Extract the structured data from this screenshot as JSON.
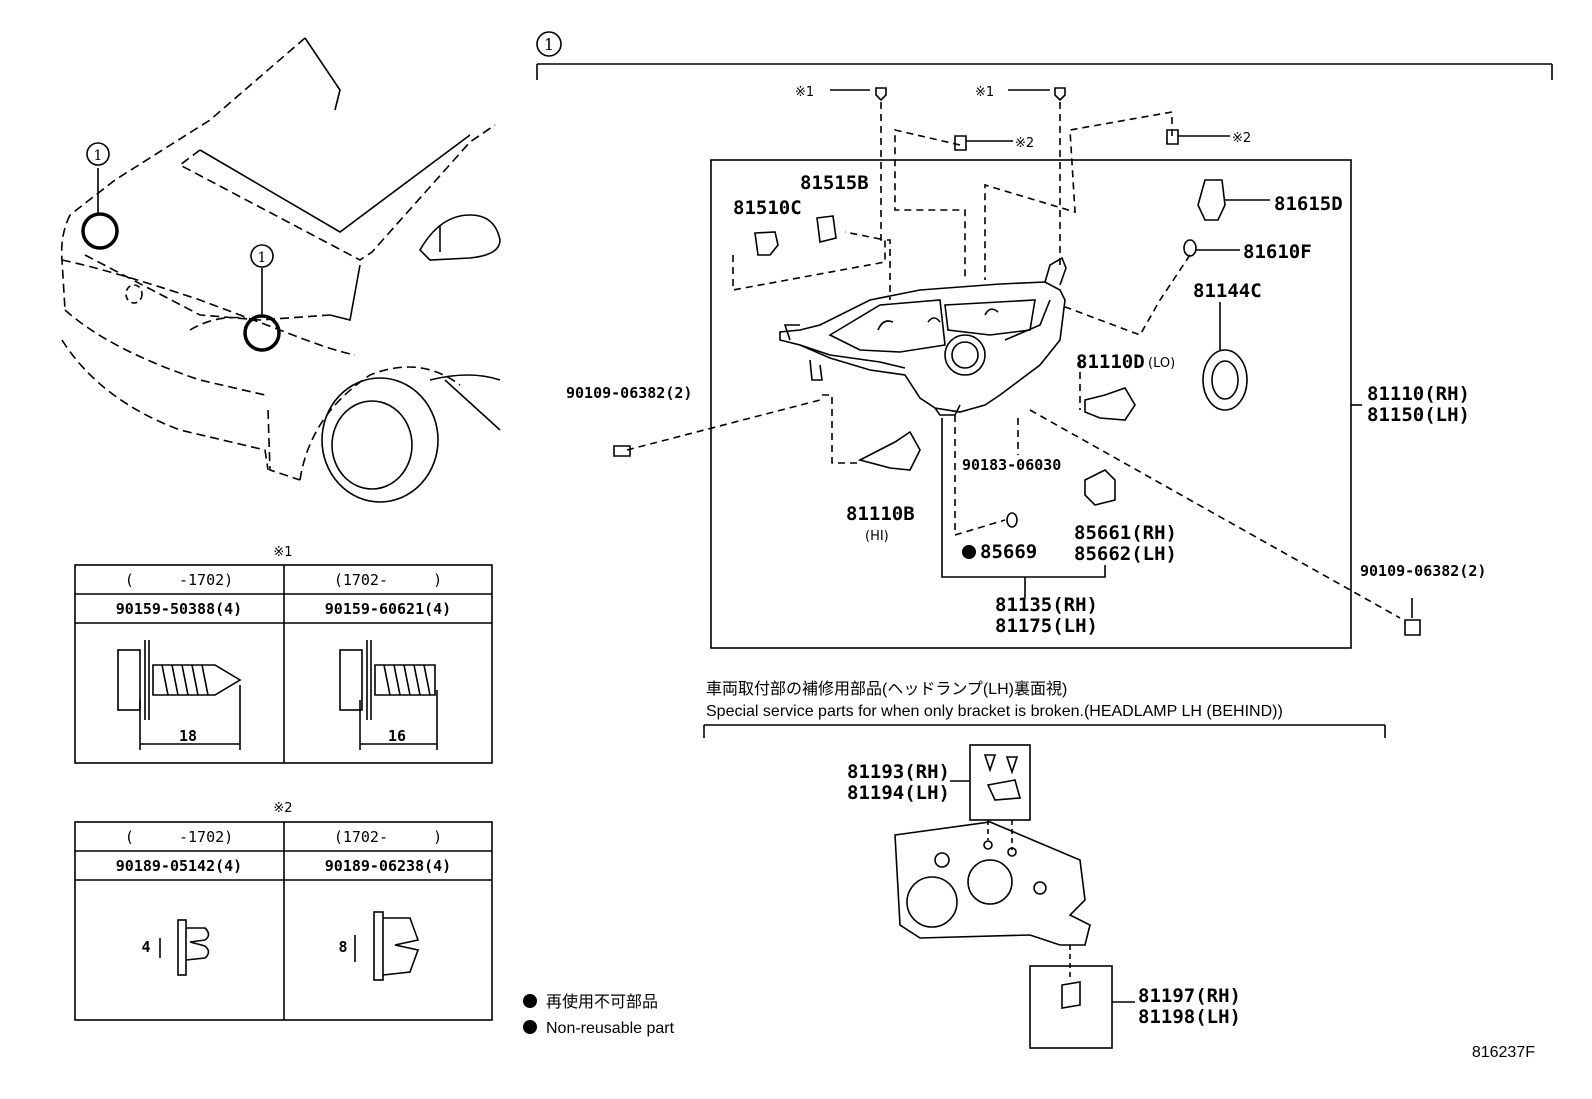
{
  "callout_number": "1",
  "parts": {
    "p81515B": "81515B",
    "p81510C": "81510C",
    "p81615D": "81615D",
    "p81610F": "81610F",
    "p81144C": "81144C",
    "p81110D": "81110D",
    "p81110D_note": "(LO)",
    "p81110_rh": "81110(RH)",
    "p81150_lh": "81150(LH)",
    "p90109_left": "90109-06382(2)",
    "p90109_right": "90109-06382(2)",
    "p90183": "90183-06030",
    "p81110B": "81110B",
    "p81110B_note": "(HI)",
    "p85669": "85669",
    "p85661_rh": "85661(RH)",
    "p85662_lh": "85662(LH)",
    "p81135_rh": "81135(RH)",
    "p81175_lh": "81175(LH)",
    "p81193_rh": "81193(RH)",
    "p81194_lh": "81194(LH)",
    "p81197_rh": "81197(RH)",
    "p81198_lh": "81198(LH)"
  },
  "refs": {
    "ref1": "※1",
    "ref2": "※2"
  },
  "table1": {
    "title": "※1",
    "col1_range": "(     -1702)",
    "col2_range": "(1702-     )",
    "col1_part": "90159-50388(4)",
    "col2_part": "90159-60621(4)",
    "col1_dim": "18",
    "col2_dim": "16"
  },
  "table2": {
    "title": "※2",
    "col1_range": "(     -1702)",
    "col2_range": "(1702-     )",
    "col1_part": "90189-05142(4)",
    "col2_part": "90189-06238(4)",
    "col1_dim": "4",
    "col2_dim": "8"
  },
  "service": {
    "caption_jp": "車両取付部の補修用部品(ヘッドランプ(LH)裏面視)",
    "caption_en": "Special service parts for when only bracket is broken.(HEADLAMP LH (BEHIND))"
  },
  "legend": {
    "jp": "再使用不可部品",
    "en": "Non-reusable part"
  },
  "diagram_id": "816237F"
}
